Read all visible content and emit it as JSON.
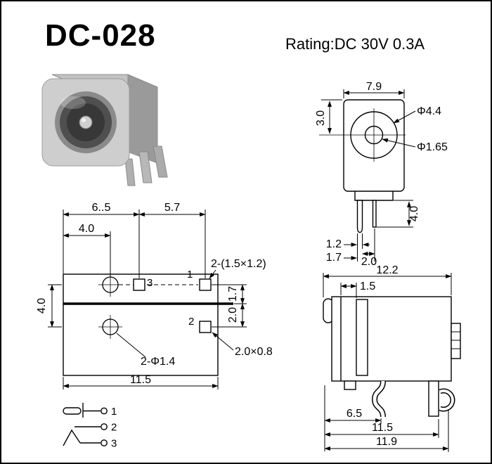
{
  "header": {
    "title": "DC-028",
    "rating": "Rating:DC 30V 0.3A"
  },
  "front_view": {
    "body_width": "7.9",
    "center_offset": "3.0",
    "outer_diameter": "Φ4.4",
    "pin_diameter": "Φ1.65",
    "pin_length": "4.0",
    "dim_1_2": "1.2",
    "dim_1_7": "1.7",
    "pin_pitch": "2.0"
  },
  "layout_view": {
    "span_left": "6..5",
    "span_right": "5.7",
    "hole_col_offset": "4.0",
    "row_pitch": "4.0",
    "gap_upper": "1.7",
    "gap_lower": "2.0",
    "overall_width": "11.5",
    "slot_note": "2-(1.5×1.2)",
    "pad_note": "2.0×0.8",
    "hole_note": "2-Φ1.4",
    "pin1_label": "1",
    "pin2_label": "2",
    "pin3_label": "3"
  },
  "side_view": {
    "overall_width": "12.2",
    "front_offset": "1.5",
    "pin_offset": "6.5",
    "body_depth": "11.5",
    "overall_depth": "11.9"
  },
  "schematic": {
    "pin1_label": "1",
    "pin2_label": "2",
    "pin3_label": "3"
  }
}
